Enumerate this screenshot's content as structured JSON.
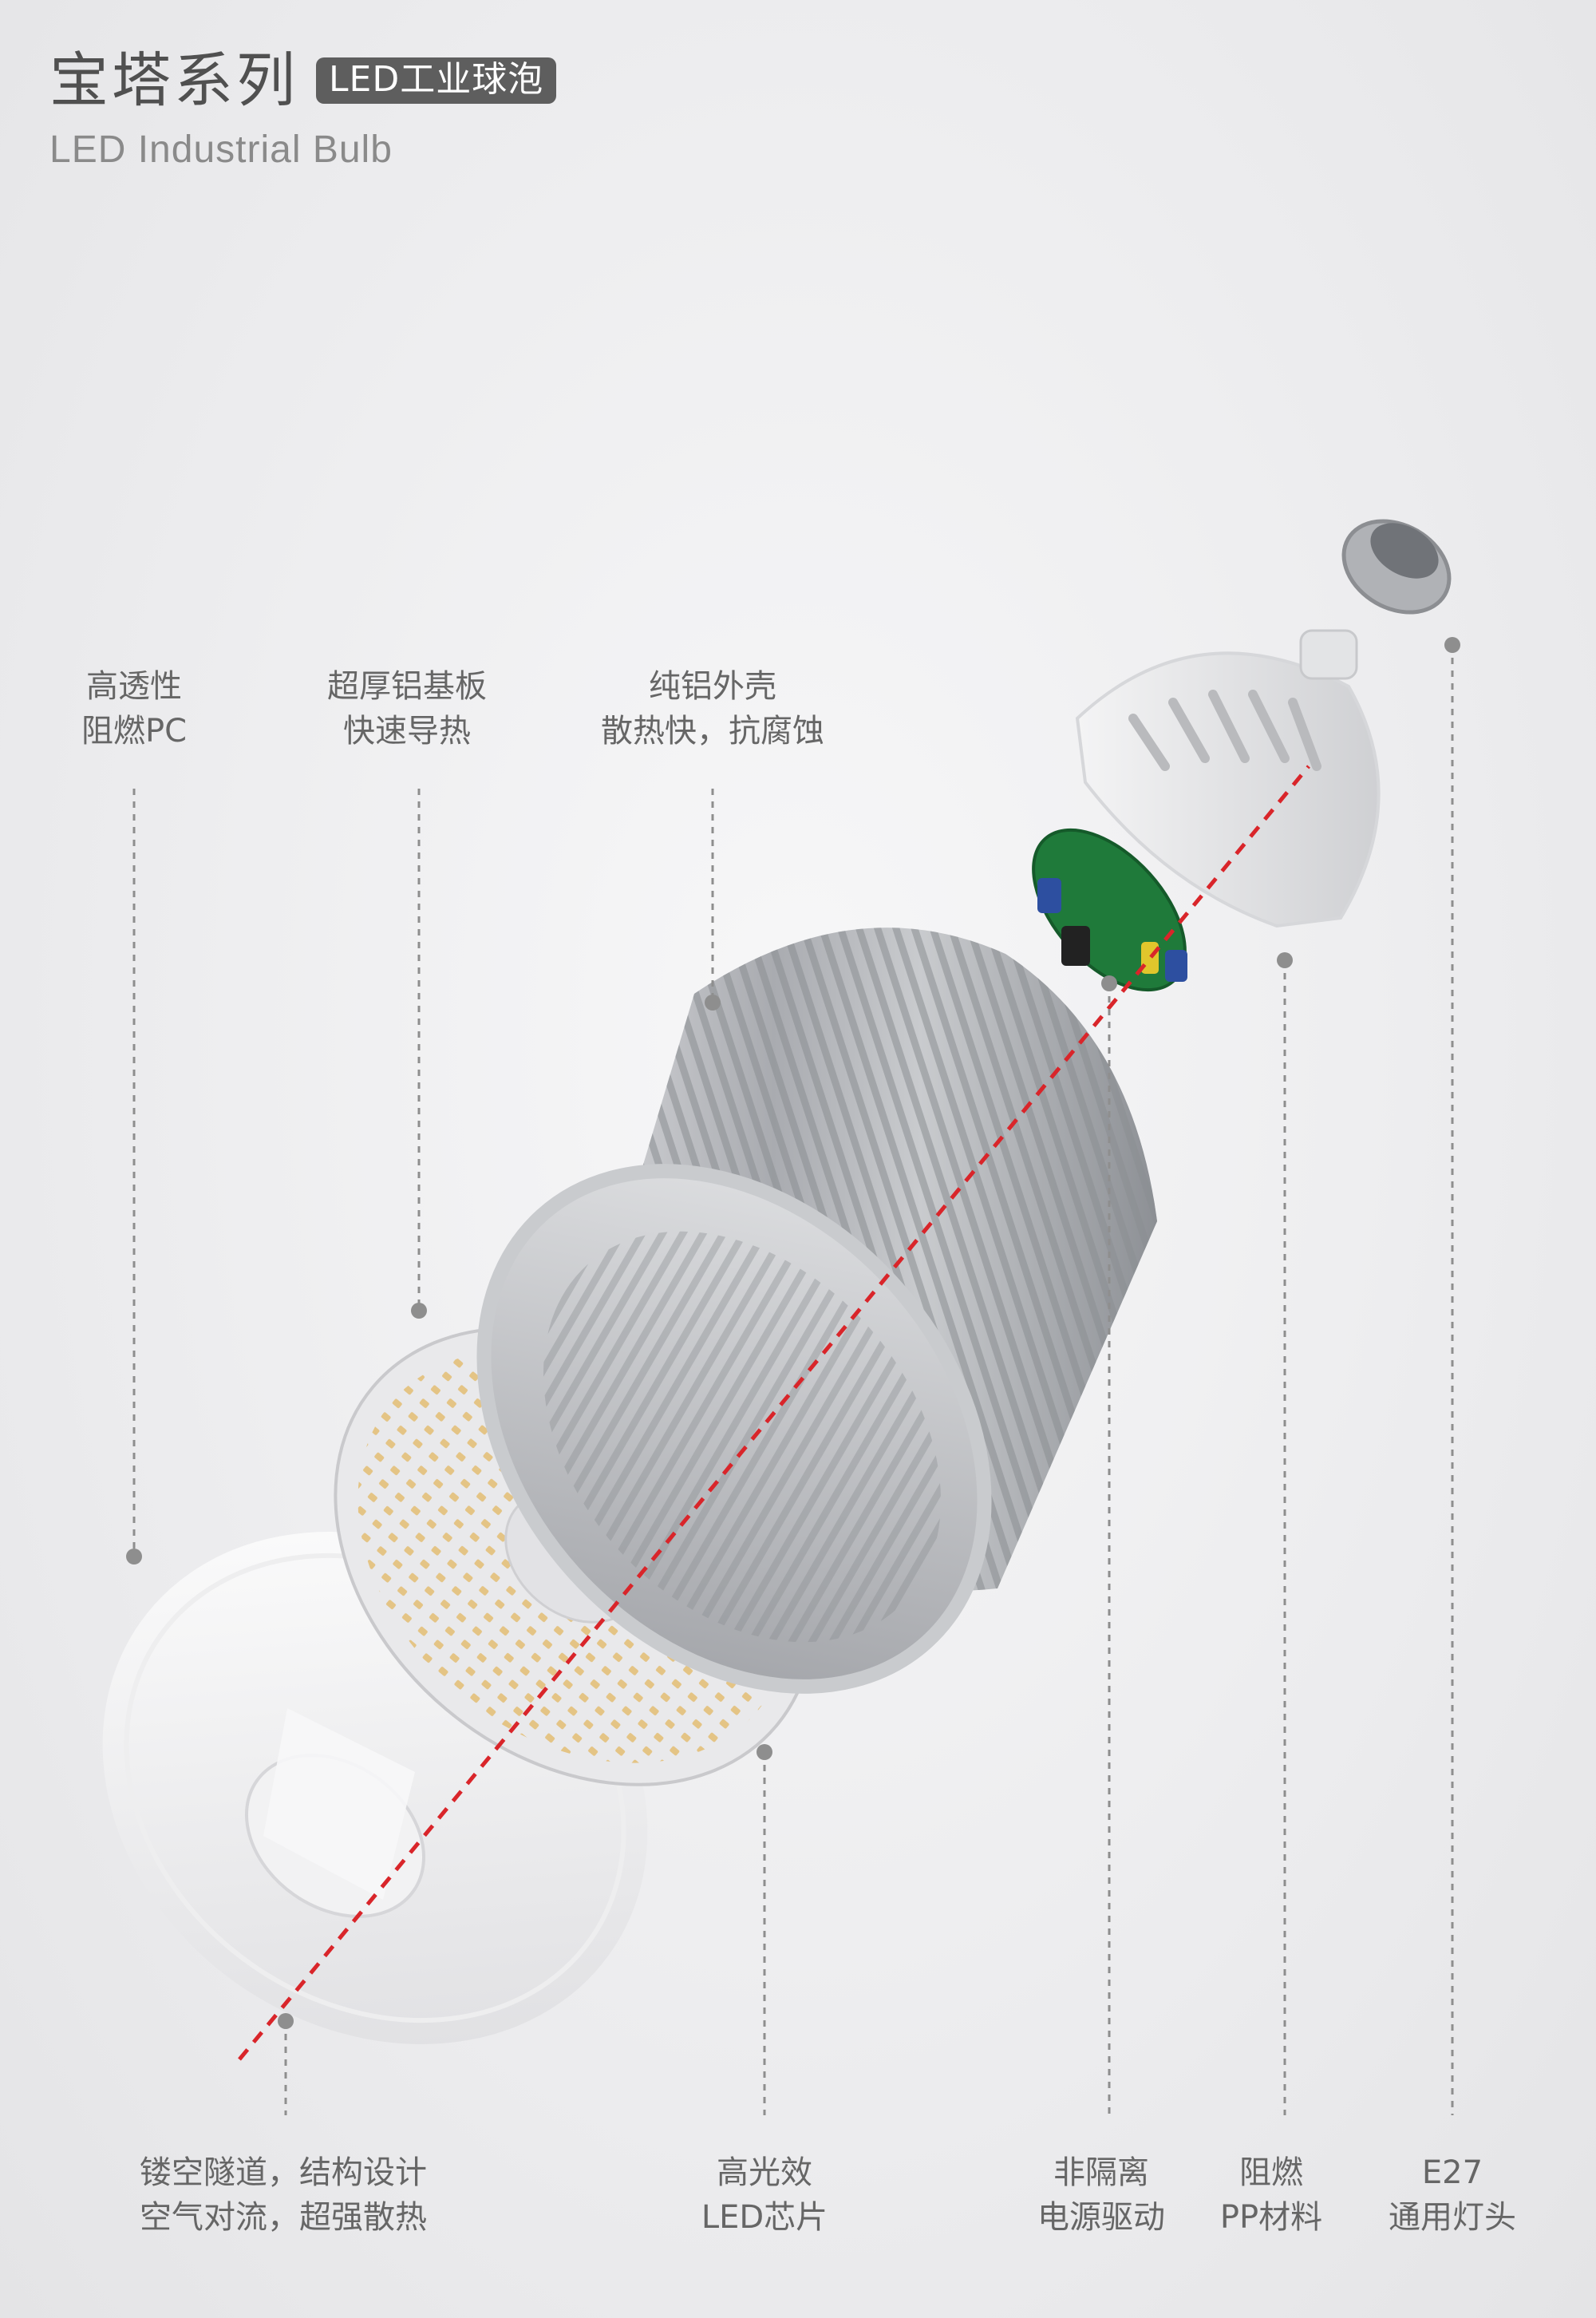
{
  "header": {
    "title": "宝塔系列",
    "badge": "LED工业球泡",
    "subtitle": "LED Industrial Bulb"
  },
  "callouts": [
    {
      "id": "pc-cover",
      "lines": [
        "高透性",
        "阻燃PC"
      ]
    },
    {
      "id": "aluminum-board",
      "lines": [
        "超厚铝基板",
        "快速导热"
      ]
    },
    {
      "id": "aluminum-shell",
      "lines": [
        "纯铝外壳",
        "散热快，抗腐蚀"
      ]
    },
    {
      "id": "hollow-tunnel",
      "lines": [
        "镂空隧道，结构设计",
        "空气对流，超强散热"
      ]
    },
    {
      "id": "led-chip",
      "lines": [
        "高光效",
        "LED芯片"
      ]
    },
    {
      "id": "driver",
      "lines": [
        "非隔离",
        "电源驱动"
      ]
    },
    {
      "id": "pp-material",
      "lines": [
        "阻燃",
        "PP材料"
      ]
    },
    {
      "id": "e27-base",
      "lines": [
        "E27",
        "通用灯头"
      ]
    }
  ],
  "colors": {
    "title": "#505050",
    "badge_bg": "#5e5e5e",
    "label": "#666666",
    "leader": "#8e8e8e",
    "axis": "#d9252a",
    "pcb": "#1f7a3a",
    "aluminum": "#b8babe",
    "led": "#e8c886"
  }
}
